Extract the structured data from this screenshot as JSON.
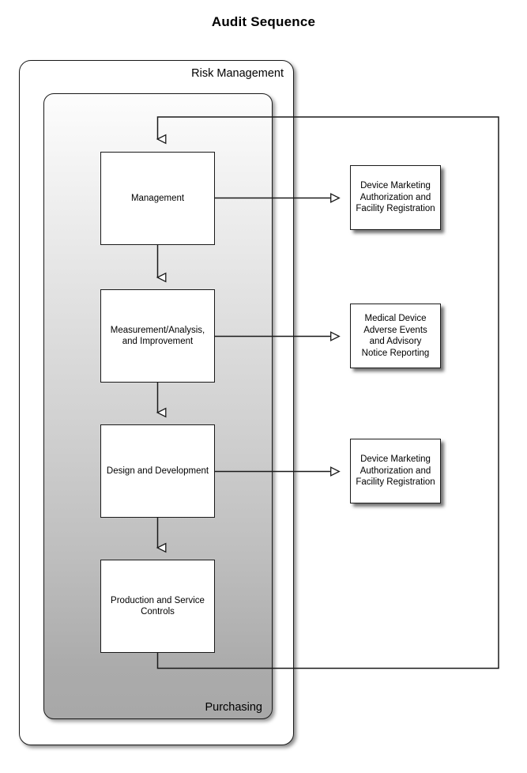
{
  "title": "Audit Sequence",
  "containers": {
    "outer": {
      "label": "Risk Management"
    },
    "inner": {
      "label": "Purchasing"
    }
  },
  "process_boxes": [
    {
      "id": "management",
      "label": "Management"
    },
    {
      "id": "measurement",
      "label": "Measurement/Analysis, and Improvement"
    },
    {
      "id": "design",
      "label": "Design and Development"
    },
    {
      "id": "production",
      "label": "Production and Service Controls"
    }
  ],
  "regulatory_boxes": [
    {
      "id": "marketing-1",
      "label": "Device Marketing Authorization and Facility Registration"
    },
    {
      "id": "adverse",
      "label": "Medical Device Adverse Events and Advisory Notice Reporting"
    },
    {
      "id": "marketing-2",
      "label": "Device Marketing Authorization and Facility Registration"
    }
  ],
  "colors": {
    "stroke": "#1a1a1a",
    "box_fill": "#ffffff",
    "gradient_top": "#fdfdfd",
    "gradient_bottom": "#a8a8a8",
    "page_background": "#ffffff",
    "text": "#000000"
  },
  "connectors": {
    "vertical_flow_count": 3,
    "branch_count": 3,
    "feedback_loop": "production-to-management"
  }
}
